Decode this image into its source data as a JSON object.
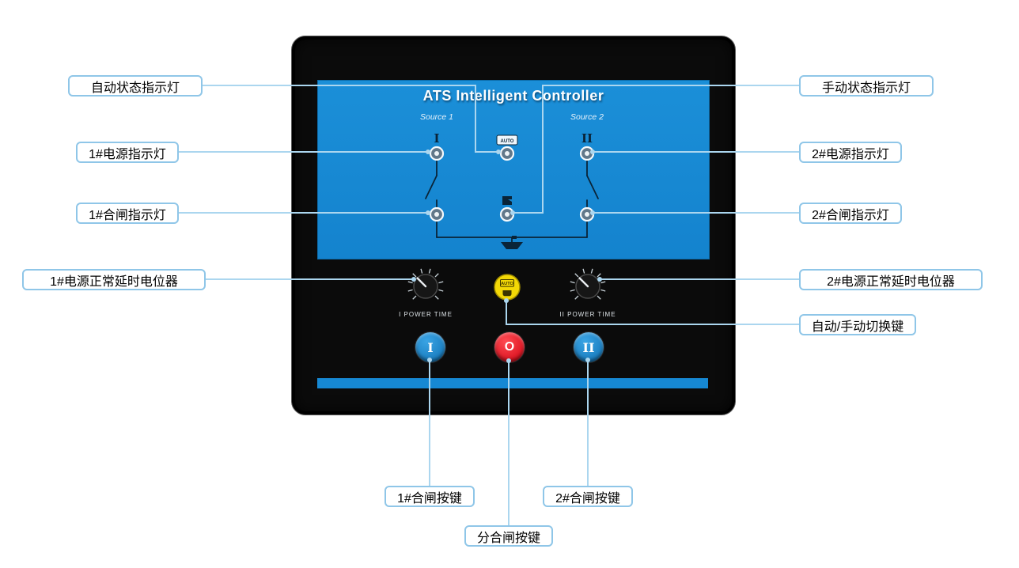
{
  "device": {
    "title": "ATS Intelligent Controller",
    "source1": "Source 1",
    "source2": "Source 2",
    "mark1": "I",
    "mark2": "II",
    "auto_indicator_label": "AUTO",
    "yellow_button_label": "AUTO",
    "knob1_caption": "I POWER TIME",
    "knob2_caption": "II POWER TIME",
    "button1_label": "I",
    "button_open_label": "O",
    "button2_label": "II"
  },
  "callouts": {
    "auto_status": "自动状态指示灯",
    "manual_status": "手动状态指示灯",
    "power1": "1#电源指示灯",
    "power2": "2#电源指示灯",
    "close1": "1#合闸指示灯",
    "close2": "2#合闸指示灯",
    "pot1": "1#电源正常延时电位器",
    "pot2": "2#电源正常延时电位器",
    "auto_manual_switch": "自动/手动切换键",
    "close1_button": "1#合闸按键",
    "close2_button": "2#合闸按键",
    "open_close_button": "分合闸按键"
  },
  "colors": {
    "screen_blue": "#1688d3",
    "panel_black": "#0b0b0b",
    "callout_line": "#abd6ef",
    "callout_border": "#8fc6e8",
    "yellow_button": "#f3d806",
    "red_button": "#e30613",
    "blue_button": "#1688d3",
    "mimic_line": "#0a2438"
  }
}
